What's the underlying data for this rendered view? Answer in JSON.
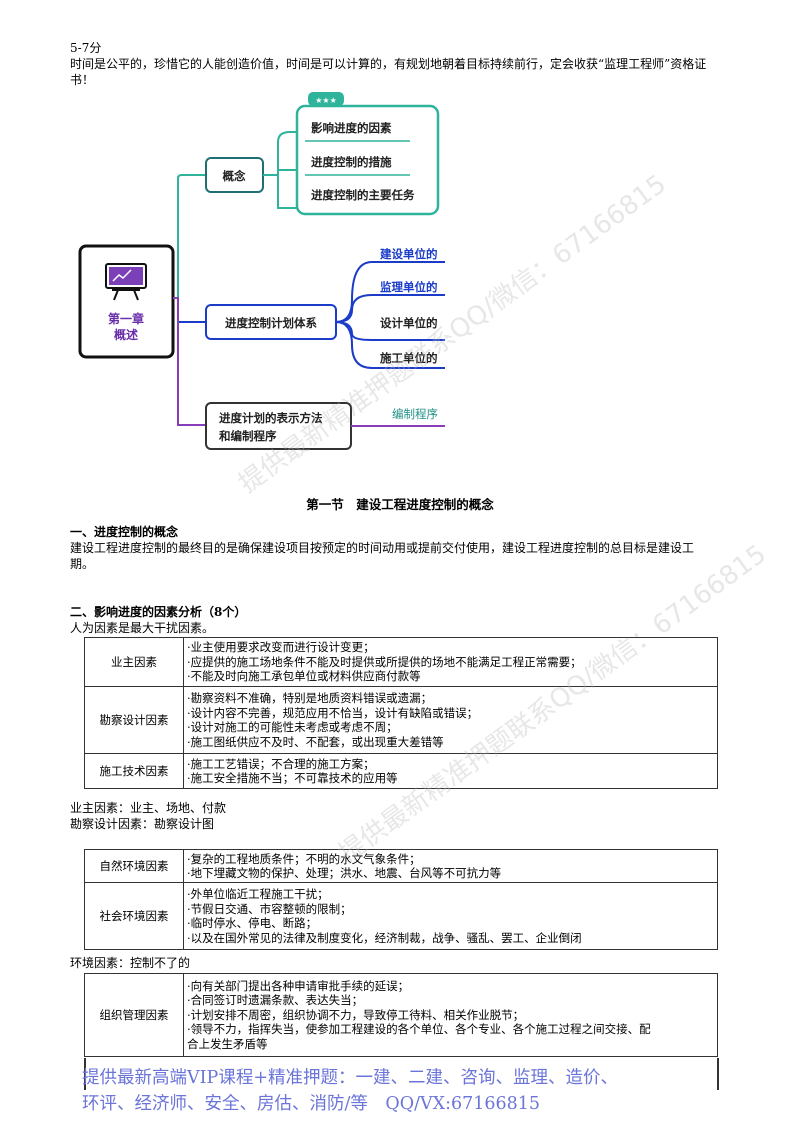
{
  "header": {
    "time_range": "5-7分",
    "intro_line1": "时间是公平的，珍惜它的人能创造价值，时间是可以计算的，有规划地朝着目标持续前行，定会收获“监理工程师”资格证",
    "intro_line2": "书！"
  },
  "mindmap": {
    "root": "第一章\n概述",
    "root_line1": "第一章",
    "root_line2": "概述",
    "stars": "★★★",
    "branch1": "概念",
    "branch1_items": [
      "影响进度的因素",
      "进度控制的措施",
      "进度控制的主要任务"
    ],
    "branch2": "进度控制计划体系",
    "branch2_items": [
      "建设单位的",
      "监理单位的",
      "设计单位的",
      "施工单位的"
    ],
    "branch3_line1": "进度计划的表示方法",
    "branch3_line2": "和编制程序",
    "branch3_item": "编制程序"
  },
  "section": {
    "title": "第一节　建设工程进度控制的概念"
  },
  "part1": {
    "heading": "一、进度控制的概念",
    "text_line1": "建设工程进度控制的最终目的是确保建设项目按预定的时间动用或提前交付使用，建设工程进度控制的总目标是建设工",
    "text_line2": "期。"
  },
  "part2": {
    "heading": "二、影响进度的因素分析（8个）",
    "note": "人为因素是最大干扰因素。"
  },
  "table1": [
    {
      "name": "业主因素",
      "items": [
        "·业主使用要求改变而进行设计变更；",
        "·应提供的施工场地条件不能及时提供或所提供的场地不能满足工程正常需要；",
        "·不能及时向施工承包单位或材料供应商付款等"
      ]
    },
    {
      "name": "勘察设计因素",
      "items": [
        "·勘察资料不准确，特别是地质资料错误或遗漏；",
        "·设计内容不完善，规范应用不恰当，设计有缺陷或错误；",
        "·设计对施工的可能性未考虑或考虑不周；",
        "·施工图纸供应不及时、不配套，或出现重大差错等"
      ]
    },
    {
      "name": "施工技术因素",
      "items": [
        "·施工工艺错误；不合理的施工方案；",
        "·施工安全措施不当；不可靠技术的应用等"
      ]
    }
  ],
  "notes1": [
    "业主因素：业主、场地、付款",
    "勘察设计因素：勘察设计图"
  ],
  "table2": [
    {
      "name": "自然环境因素",
      "items": [
        "·复杂的工程地质条件；不明的水文气象条件；",
        "·地下埋藏文物的保护、处理；洪水、地震、台风等不可抗力等"
      ]
    },
    {
      "name": "社会环境因素",
      "items": [
        "·外单位临近工程施工干扰；",
        "·节假日交通、市容整顿的限制；",
        "·临时停水、停电、断路；",
        "·以及在国外常见的法律及制度变化，经济制裁，战争、骚乱、罢工、企业倒闭"
      ]
    }
  ],
  "notes2": [
    "环境因素：控制不了的"
  ],
  "table3": [
    {
      "name": "组织管理因素",
      "items": [
        "·向有关部门提出各种申请审批手续的延误；",
        "·合同签订时遗漏条款、表达失当；",
        "·计划安排不周密，组织协调不力，导致停工待料、相关作业脱节；",
        "·领导不力，指挥失当，使参加工程建设的各个单位、各个专业、各个施工过程之间交接、配",
        "合上发生矛盾等"
      ]
    }
  ],
  "watermarks": [
    "提供最新精准押题联系QQ/微信：67166815",
    "提供最新精准押题联系QQ/微信：67166815"
  ],
  "footer": {
    "line1": "提供最新高端VIP课程+精准押题：一建、二建、咨询、监理、造价、",
    "line2": "环评、经济师、安全、房估、消防/等　QQ/VX:67166815"
  },
  "colors": {
    "teal": "#2fb39a",
    "blue": "#1a3cc9",
    "purple": "#8a3db8",
    "dark_teal": "#1f6f73",
    "footer": "#6b74d9"
  }
}
